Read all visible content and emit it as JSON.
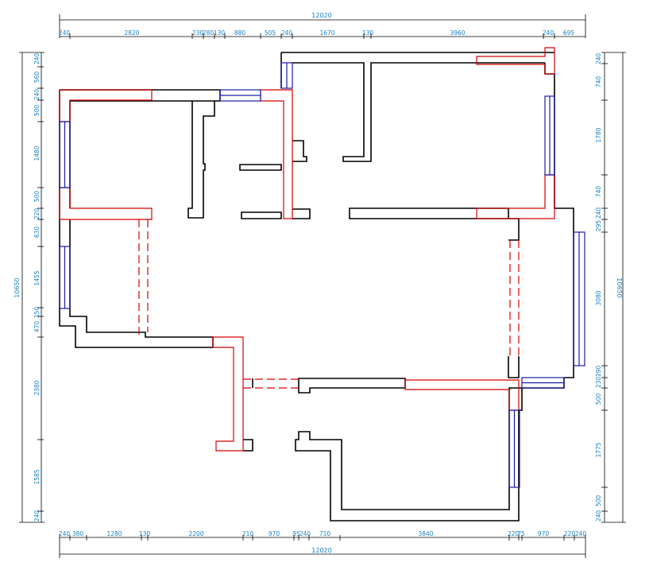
{
  "total_width": "12020",
  "total_height": "10650",
  "top_dims": [
    "240",
    "2820",
    "230",
    "280",
    "130",
    "880",
    "505",
    "240",
    "1670",
    "130",
    "3960",
    "240",
    "695"
  ],
  "bottom_dims": [
    "240",
    "380",
    "1280",
    "130",
    "2200",
    "210",
    "970",
    "95",
    "240",
    "710",
    "3840",
    "220",
    "75",
    "970",
    "220",
    "240"
  ],
  "left_dims": [
    "240",
    "560",
    "240",
    "500",
    "1480",
    "500",
    "220",
    "630",
    "1455",
    "150",
    "470",
    "2380",
    "1585",
    "240"
  ],
  "right_dims": [
    "240",
    "740",
    "1780",
    "740",
    "240",
    "295",
    "3080",
    "290",
    "230",
    "500",
    "1775",
    "500",
    "240"
  ]
}
